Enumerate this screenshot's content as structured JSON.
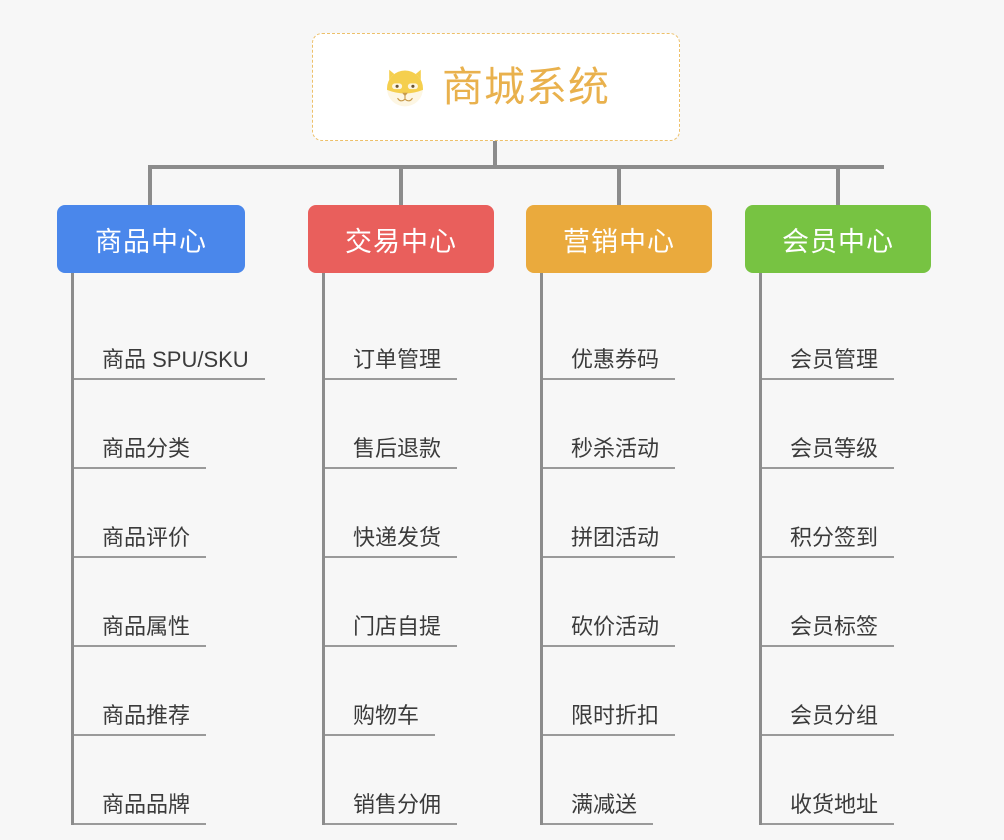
{
  "canvas": {
    "background": "#f7f7f7",
    "connector_color": "#8c8c8c"
  },
  "root": {
    "title": "商城系统",
    "icon": "shiba-dog-face-icon",
    "text_color": "#e9b14d",
    "border_color": "#edc06a",
    "background": "#ffffff"
  },
  "categories": [
    {
      "label": "商品中心",
      "color": "#4a87eb",
      "items": [
        "商品 SPU/SKU",
        "商品分类",
        "商品评价",
        "商品属性",
        "商品推荐",
        "商品品牌"
      ]
    },
    {
      "label": "交易中心",
      "color": "#e95f5c",
      "items": [
        "订单管理",
        "售后退款",
        "快递发货",
        "门店自提",
        "购物车",
        "销售分佣"
      ]
    },
    {
      "label": "营销中心",
      "color": "#eaaa3d",
      "items": [
        "优惠券码",
        "秒杀活动",
        "拼团活动",
        "砍价活动",
        "限时折扣",
        "满减送"
      ]
    },
    {
      "label": "会员中心",
      "color": "#77c342",
      "items": [
        "会员管理",
        "会员等级",
        "积分签到",
        "会员标签",
        "会员分组",
        "收货地址"
      ]
    }
  ]
}
